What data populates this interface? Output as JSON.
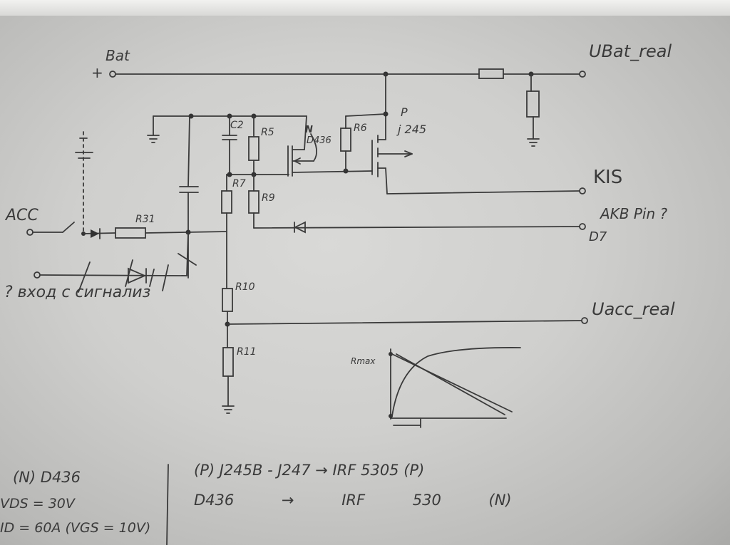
{
  "schematic": {
    "labels": {
      "bat": "Bat",
      "plus": "+",
      "ubat_real": "UBat_real",
      "kis": "KIS",
      "akb_pin": "AKB Pin ?",
      "d7": "D7",
      "uacc_real": "Uacc_real",
      "acc": "ACC",
      "signal_input": "? вход с сигнализ",
      "c2": "C2",
      "r5": "R5",
      "r6": "R6",
      "r7": "R7",
      "r9": "R9",
      "r10": "R10",
      "r11": "R11",
      "r31": "R31",
      "n_type": "N",
      "n_part": "D436",
      "p_type": "P",
      "p_part": "j 245",
      "rmax": "Rmax"
    }
  },
  "notes": {
    "left": [
      "(N) D436",
      "VDS = 30V",
      "ID = 60A (VGS = 10V)"
    ],
    "right": [
      "(P) J245B - J247 → IRF 5305 (P)",
      "D436 → IRF 530 (N)"
    ]
  }
}
